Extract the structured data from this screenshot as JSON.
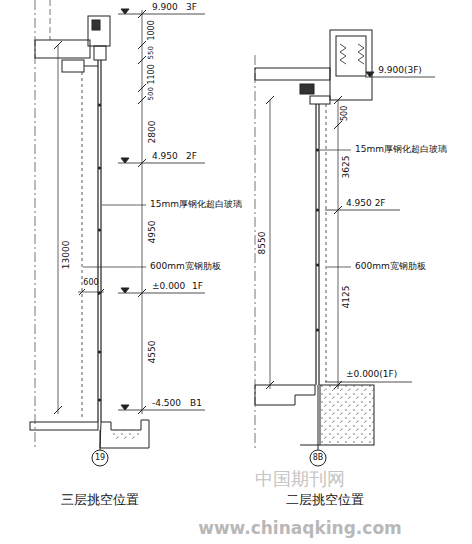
{
  "diagram": {
    "labels": [
      "9.900",
      "3F",
      "1000",
      "550",
      "1100",
      "500",
      "2800",
      "4.950",
      "2F",
      "15mm厚钢化超白玻璃",
      "13000",
      "4950",
      "600mm宽钢肋板",
      "600",
      "±0.000",
      "1F",
      "4550",
      "-4.500",
      "B1",
      "19",
      "三层挑空位置",
      "9.900(3F)",
      "500",
      "15mm厚钢化超白玻璃",
      "3625",
      "4.950 2F",
      "8550",
      "600mm宽钢肋板",
      "4125",
      "±0.000(1F)",
      "8B",
      "二层挑空位置",
      "中国期刊网",
      "www.chinaqking.com"
    ]
  }
}
